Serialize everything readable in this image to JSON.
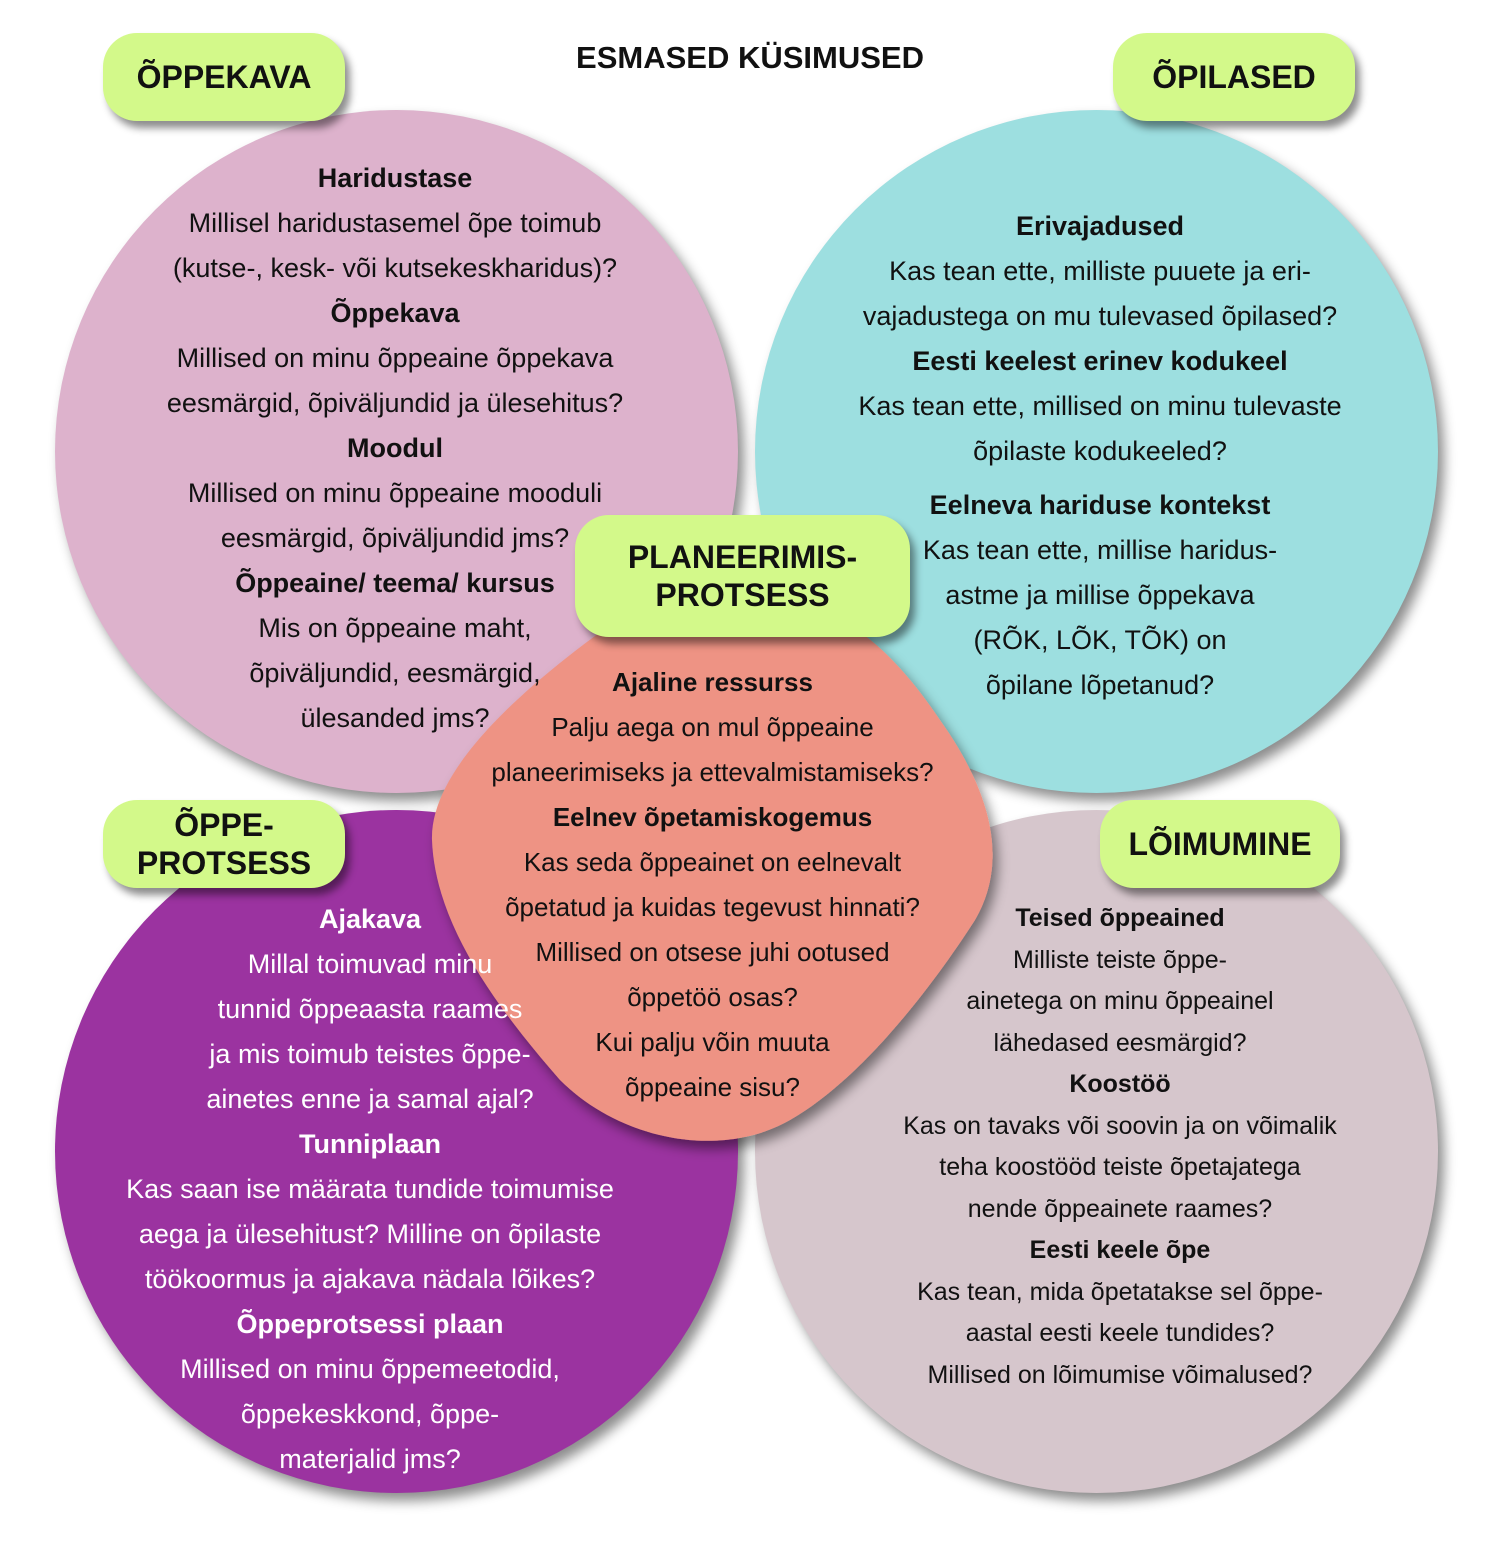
{
  "title": "ESMASED KÜSIMUSED",
  "colors": {
    "oppekava": "#ddb2cc",
    "opilased": "#9ddfe0",
    "oppeprotsess": "#9b33a0",
    "loimumine": "#d6c6cc",
    "planeerimis": "#ee9384",
    "label": "#d3f98a"
  },
  "labels": {
    "oppekava": [
      "ÕPPEKAVA"
    ],
    "opilased": [
      "ÕPILASED"
    ],
    "planeerimis": [
      "PLANEERIMIS-",
      "PROTSESS"
    ],
    "oppeprotsess": [
      "ÕPPE-",
      "PROTSESS"
    ],
    "loimumine": [
      "LÕIMUMINE"
    ]
  },
  "sections": {
    "oppekava": [
      {
        "heading": "Haridustase",
        "lines": [
          "Millisel haridustasemel õpe toimub",
          "(kutse-, kesk- või kutsekeskharidus)?"
        ]
      },
      {
        "heading": "Õppekava",
        "lines": [
          "Millised on minu õppeaine õppekava",
          "eesmärgid, õpiväljundid ja ülesehitus?"
        ]
      },
      {
        "heading": "Moodul",
        "lines": [
          "Millised on minu õppeaine mooduli",
          "eesmärgid, õpiväljundid jms?"
        ]
      },
      {
        "heading": "Õppeaine/ teema/ kursus",
        "lines": [
          "Mis on õppeaine maht,",
          "õpiväljundid, eesmärgid,",
          "ülesanded jms?"
        ]
      }
    ],
    "opilased": [
      {
        "heading": "Erivajadused",
        "lines": [
          "Kas tean ette, milliste puuete ja eri-",
          "vajadustega on mu tulevased õpilased?"
        ]
      },
      {
        "heading": "Eesti keelest erinev kodukeel",
        "lines": [
          "Kas tean ette, millised on minu tulevaste",
          "õpilaste kodukeeled?"
        ]
      },
      {
        "heading": "Eelneva hariduse kontekst",
        "lines": [
          "Kas tean ette, millise haridus-",
          "astme ja millise õppekava",
          "(RÕK, LÕK, TÕK) on",
          "õpilane lõpetanud?"
        ],
        "gap": true
      }
    ],
    "planeerimis": [
      {
        "heading": "Ajaline ressurss",
        "lines": [
          "Palju aega on mul õppeaine",
          "planeerimiseks ja ettevalmistamiseks?"
        ]
      },
      {
        "heading": "Eelnev õpetamiskogemus",
        "lines": [
          "Kas seda õppeainet on eelnevalt",
          "õpetatud ja kuidas tegevust hinnati?",
          "Millised on otsese juhi ootused",
          "õppetöö osas?",
          "Kui palju võin muuta",
          "õppeaine sisu?"
        ]
      }
    ],
    "oppeprotsess": [
      {
        "heading": "Ajakava",
        "lines": [
          "Millal toimuvad minu",
          "tunnid õppeaasta raames",
          "ja mis toimub teistes õppe-",
          "ainetes enne ja samal ajal?"
        ]
      },
      {
        "heading": "Tunniplaan",
        "lines": [
          "Kas saan ise määrata tundide toimumise",
          "aega ja ülesehitust? Milline on õpilaste",
          "töökoormus ja ajakava nädala lõikes?"
        ]
      },
      {
        "heading": "Õppeprotsessi plaan",
        "lines": [
          "Millised on minu õppemeetodid,",
          "õppekeskkond, õppe-",
          "materjalid jms?"
        ]
      }
    ],
    "loimumine": [
      {
        "heading": "Teised õppeained",
        "lines": [
          "Milliste teiste õppe-",
          "ainetega on minu õppeainel",
          "lähedased eesmärgid?"
        ]
      },
      {
        "heading": "Koostöö",
        "lines": [
          "Kas on tavaks või soovin ja on võimalik",
          "teha koostööd teiste õpetajatega",
          "nende õppeainete raames?"
        ]
      },
      {
        "heading": "Eesti keele õpe",
        "lines": [
          "Kas tean, mida õpetatakse sel õppe-",
          "aastal eesti keele tundides?",
          "Millised on lõimumise võimalused?"
        ]
      }
    ]
  }
}
